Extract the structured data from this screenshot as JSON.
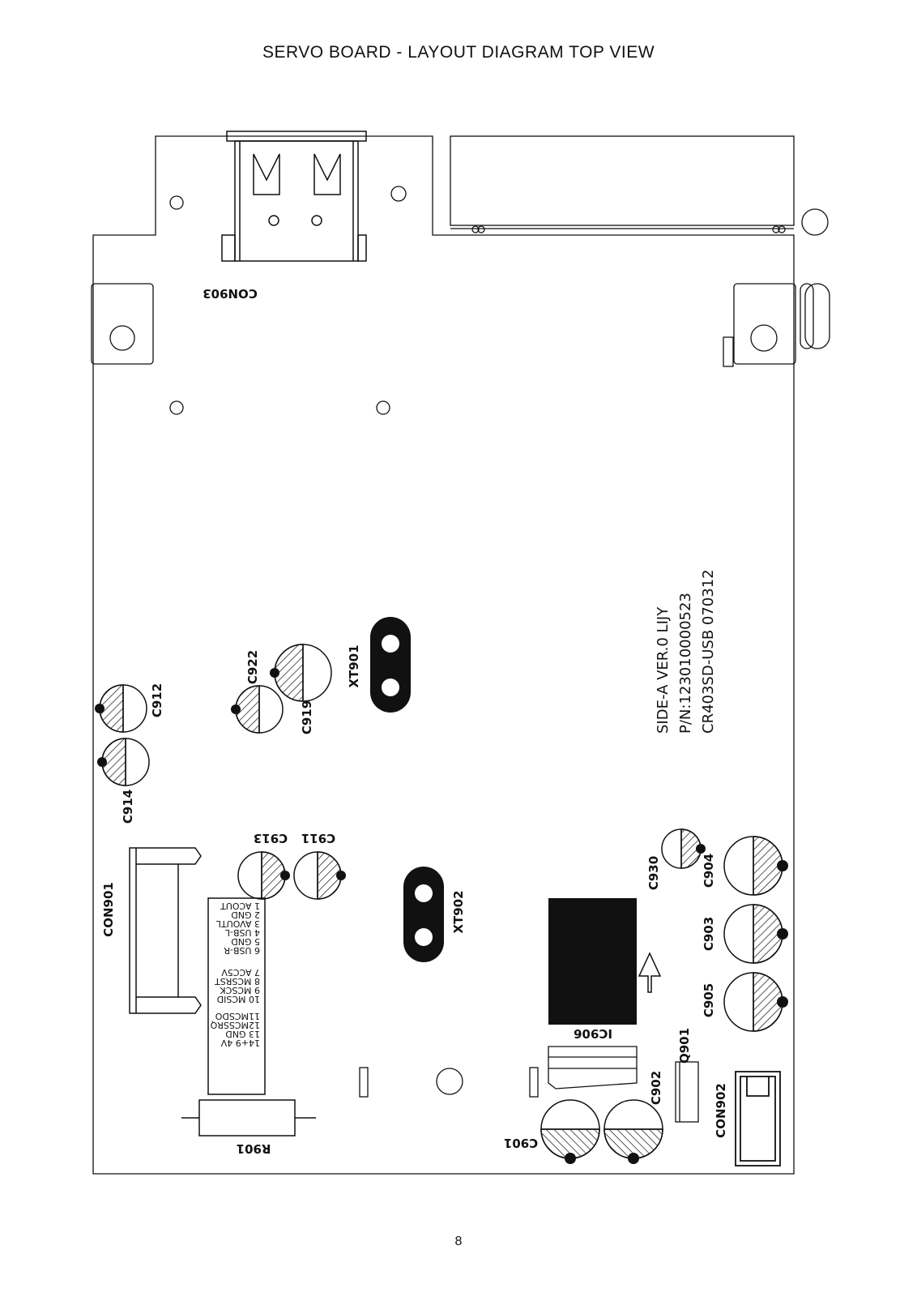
{
  "title": "SERVO BOARD -  LAYOUT DIAGRAM TOP VIEW",
  "page_number": "8",
  "labels": {
    "con903": "CON903",
    "c922": "C922",
    "c919": "C919",
    "xt901": "XT901",
    "c912": "C912",
    "c914": "C914",
    "c913": "C913",
    "c911": "C911",
    "con901": "CON901",
    "xt902": "XT902",
    "r901": "R901",
    "c930": "C930",
    "c904": "C904",
    "c903": "C903",
    "c905": "C905",
    "ic906": "IC906",
    "q901": "Q901",
    "c902": "C902",
    "c901": "C901",
    "con902": "CON902"
  },
  "board_info": {
    "line1": "SIDE-A VER.0 LIJY",
    "line2": "P/N:123010000523",
    "line3": "CR403SD-USB 070312"
  },
  "con901_pins": [
    "1 ACOUT",
    "2 GND",
    "3 AVOUTL",
    "4 USB-L",
    "5 GND",
    "6 USB-R",
    "7 ACC5V",
    "8 MCSRST",
    "9 MCSCK",
    "10 MCSID",
    "11MCSDO",
    "12MCSSRQ",
    "13 GND",
    "14+9 4V"
  ]
}
